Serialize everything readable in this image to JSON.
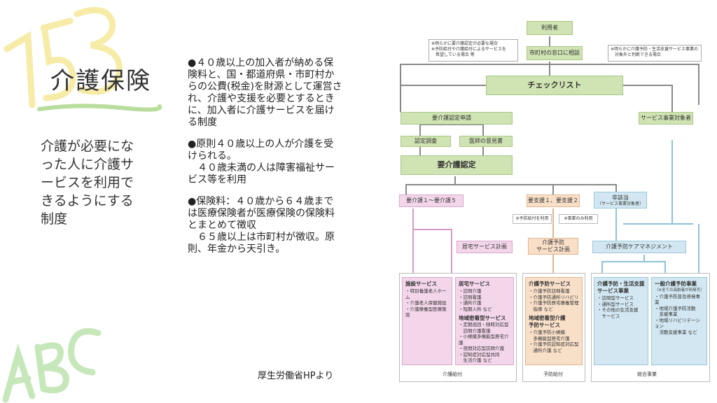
{
  "title": "介護保険",
  "subtitle_lines": [
    "介護が必要にな",
    "った人に介護サ",
    "ービスを利用で",
    "きるようにする",
    "制度"
  ],
  "paragraphs": [
    [
      "●４０歳以上の加入者が納める保",
      "険料と、国・都道府県・市町村か",
      "らの公費(税金)を財源として運営さ",
      "れ、介護や支援を必要とするとき",
      "に、加入者に介護サービスを届け",
      "る制度"
    ],
    [
      "●原則４０歳以上の人が介護を受",
      "けられる。",
      "　４０歳未満の人は障害福祉サー",
      "ビス等を利用"
    ],
    [
      "●保険料：４０歳から６４歳まで",
      "は医療保険者が医療保険の保険料",
      "とまとめて徴収",
      "　６５歳以上は市町村が徴収。原",
      "則、年金から天引き。"
    ]
  ],
  "source": "厚生労働省HPより",
  "flow": {
    "user": "利用者",
    "note_left": [
      "※明らかに要介護認定が必要な場合",
      "※予防給付や介護給付によるサービスを",
      "　希望している場合 等"
    ],
    "counter": "市町村の窓口に相談",
    "note_right": [
      "※明らかに介護予防・生活支援サービス事業の",
      "　対象外と判断できる場合"
    ],
    "checklist": "チェックリスト",
    "apply": "要介護認定申請",
    "service_target": "サービス事業対象者",
    "survey": "認定調査",
    "doctor": "医師の意見書",
    "certification": "要介護認定",
    "care_level": "要介護１～要介護５",
    "support_level": "要支援１、要支援２",
    "non_applicable": "非該当",
    "non_applicable_sub": "（サービス事業対象者）",
    "note_prevent_use": "※予防給付を利用",
    "note_project_use": "※事業のみ利用",
    "home_plan": "居宅サービス計画",
    "prevent_plan": [
      "介護予防",
      "サービス計画"
    ],
    "prevent_mgmt": "介護予防ケアマネジメント",
    "facility": {
      "title": "施設サービス",
      "items": [
        "・特別養護老人ホーム",
        "・介護老人保健施設",
        "・介護療養型医療施設"
      ]
    },
    "home": {
      "title": "居宅サービス",
      "items": [
        "・訪問介護",
        "・訪問看護",
        "・通所介護",
        "・短期入所 など"
      ],
      "title2": "地域密着型サービス",
      "items2": [
        "・定期巡回・随時対応型",
        "　訪問介護看護",
        "・小規模多機能型居宅介護",
        "・夜間対応型訪問介護",
        "・認知症対応型共同",
        "　生活介護 など"
      ]
    },
    "prevent": {
      "title": "介護予防サービス",
      "items": [
        "・介護予防訪問看護",
        "・介護予防通所リハビリ",
        "・介護予防居宅療養管理",
        "　指導 など"
      ],
      "title2": [
        "地域密着型介護",
        "予防サービス"
      ],
      "items2": [
        "・介護予防小規模",
        "　多機能型居宅介護",
        "・介護予防認知症対応型",
        "　通所介護 など"
      ]
    },
    "life_support": {
      "title": [
        "介護予防・生活支援",
        "サービス事業"
      ],
      "items": [
        "・訪問型サービス",
        "・通所型サービス",
        "・その他の生活支援",
        "　サービス"
      ]
    },
    "general": {
      "title": "一般介護予防事業",
      "sub": "（※全ての高齢者が利用可）",
      "items": [
        "・介護予防普及啓発事業",
        "・地域介護予防活動",
        "　支援事業",
        "・地域リハビリテーション",
        "　活動支援事業 など"
      ]
    },
    "foot_care": "介護給付",
    "foot_prevent": "予防給付",
    "foot_general": "総合事業"
  }
}
